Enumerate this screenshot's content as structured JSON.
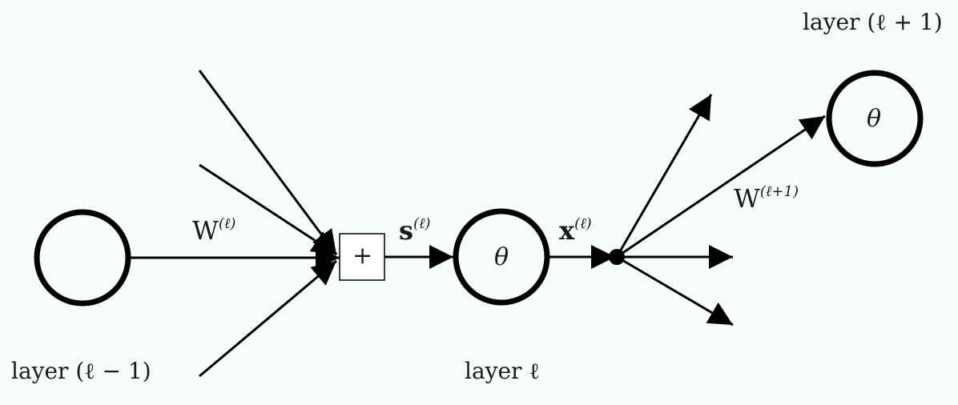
{
  "labels": {
    "layer_prev": "layer (ℓ − 1)",
    "layer_curr": "layer ℓ",
    "layer_next": "layer (ℓ + 1)",
    "weight_in": "W",
    "weight_in_sup": "(ℓ)",
    "signal": "s",
    "signal_sup": "(ℓ)",
    "output": "x",
    "output_sup": "(ℓ)",
    "weight_out": "W",
    "weight_out_sup": "(ℓ+1)",
    "sum_symbol": "+",
    "activation_curr": "θ",
    "activation_next": "θ"
  },
  "colors": {
    "background": "#f7fdf8",
    "stroke": "#000000",
    "text": "#1a1a1a"
  }
}
